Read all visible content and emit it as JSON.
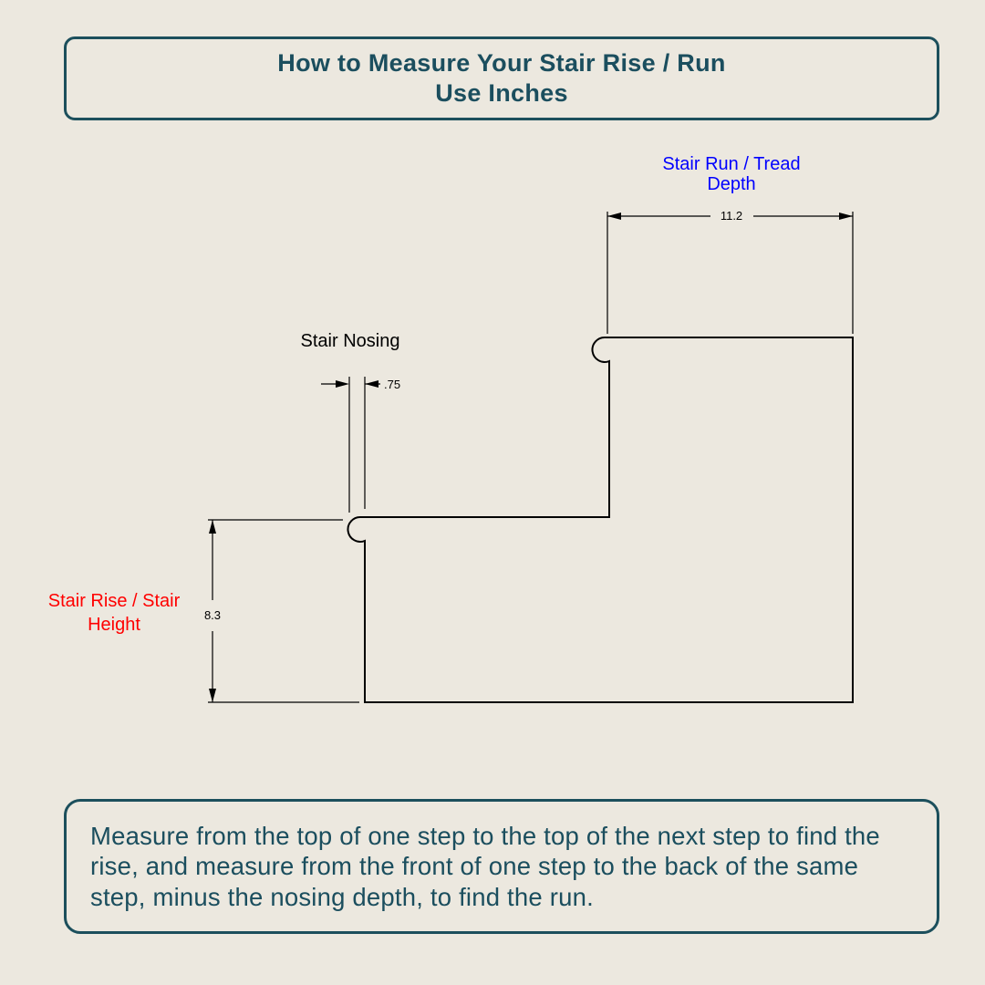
{
  "colors": {
    "background": "#ece8df",
    "accent_teal": "#1c4f5c",
    "diagram_line": "#000000",
    "run_label_blue": "#0000ff",
    "rise_label_red": "#ff0000"
  },
  "title_box": {
    "line1": "How to Measure Your Stair Rise / Run",
    "line2": "Use Inches"
  },
  "diagram": {
    "run_label_line1": "Stair Run / Tread",
    "run_label_line2": "Depth",
    "nosing_label": "Stair Nosing",
    "rise_label_line1": "Stair Rise / Stair",
    "rise_label_line2": "Height",
    "run_value": "11.2",
    "nosing_value": ".75",
    "rise_value": "8.3"
  },
  "footer_box": {
    "text": "Measure from the top of one step to the top of the next step to find the rise, and measure from the front of one step to the back of the same step, minus the nosing depth, to find the run."
  }
}
